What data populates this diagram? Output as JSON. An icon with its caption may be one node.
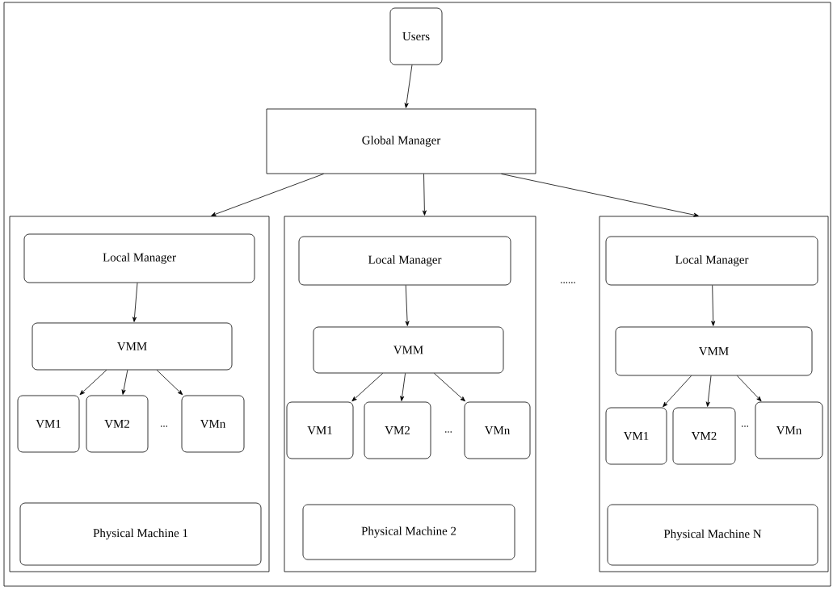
{
  "diagram": {
    "nodes": [
      {
        "text": [
          "Users"
        ]
      },
      {
        "text": [
          "Global Manager"
        ]
      },
      {
        "text": [],
        "shape": "box"
      },
      {
        "text": [
          "Local Manager"
        ],
        "in": 2
      },
      {
        "text": [
          "VMM"
        ],
        "in": 2
      },
      {
        "text": [
          "VM1"
        ],
        "in": 2
      },
      {
        "text": [
          "VM2"
        ],
        "in": 2
      },
      {
        "text": [
          "VMn"
        ],
        "in": 2
      },
      {
        "text": [
          "Physical Machine 1"
        ],
        "in": 2
      },
      {
        "text": [],
        "shape": "box"
      },
      {
        "text": [
          "Local Manager"
        ],
        "in": 9
      },
      {
        "text": [
          "VMM"
        ],
        "in": 9
      },
      {
        "text": [
          "VM1"
        ],
        "in": 9
      },
      {
        "text": [
          "VM2"
        ],
        "in": 9
      },
      {
        "text": [
          "VMn"
        ],
        "in": 9
      },
      {
        "text": [
          "Physical Machine 2"
        ],
        "in": 9
      },
      {
        "text": [],
        "shape": "box"
      },
      {
        "text": [
          "Local Manager"
        ],
        "in": 16
      },
      {
        "text": [
          "VMM"
        ],
        "in": 16
      },
      {
        "text": [
          "VM1"
        ],
        "in": 16
      },
      {
        "text": [
          "VM2"
        ],
        "in": 16
      },
      {
        "text": [
          "VMn"
        ],
        "in": 16
      },
      {
        "text": [
          "Physical Machine N"
        ],
        "in": 16
      }
    ],
    "edges": [
      {
        "from": 0,
        "to": 1,
        "arrow": "to"
      },
      {
        "from": 1,
        "to": 2,
        "arrow": "to"
      },
      {
        "from": 1,
        "to": 9,
        "arrow": "to"
      },
      {
        "from": 1,
        "to": 16,
        "arrow": "to"
      },
      {
        "from": 3,
        "to": 4,
        "arrow": "to"
      },
      {
        "from": 4,
        "to": 5,
        "arrow": "to"
      },
      {
        "from": 4,
        "to": 6,
        "arrow": "to"
      },
      {
        "from": 4,
        "to": 7,
        "arrow": "to"
      },
      {
        "from": 10,
        "to": 11,
        "arrow": "to"
      },
      {
        "from": 11,
        "to": 12,
        "arrow": "to"
      },
      {
        "from": 11,
        "to": 13,
        "arrow": "to"
      },
      {
        "from": 11,
        "to": 14,
        "arrow": "to"
      },
      {
        "from": 17,
        "to": 18,
        "arrow": "to"
      },
      {
        "from": 18,
        "to": 19,
        "arrow": "to"
      },
      {
        "from": 18,
        "to": 20,
        "arrow": "to"
      },
      {
        "from": 18,
        "to": 21,
        "arrow": "to"
      }
    ],
    "labels": [
      "......",
      "...",
      "...",
      "..."
    ]
  }
}
